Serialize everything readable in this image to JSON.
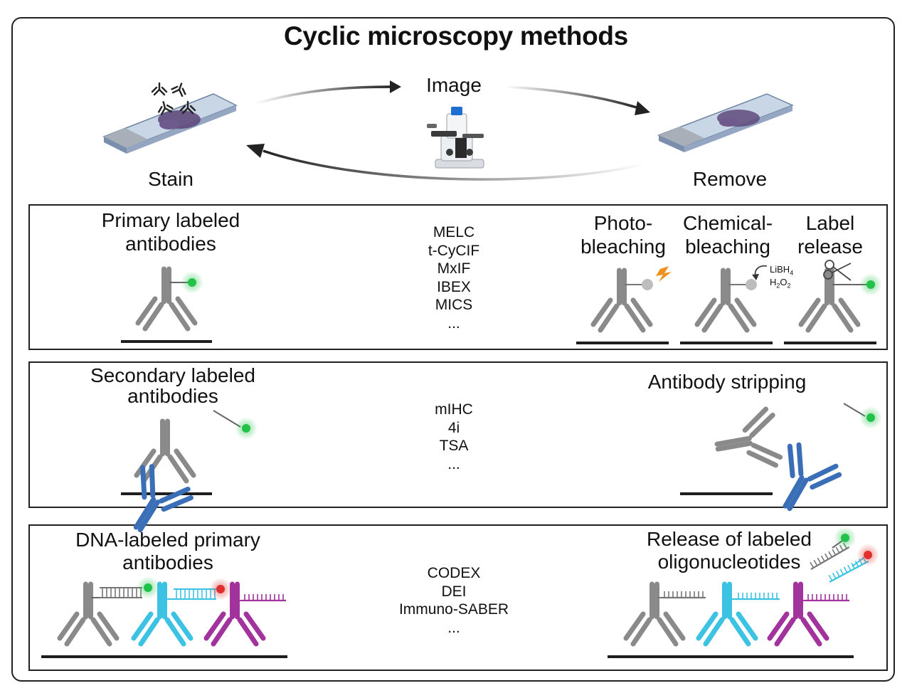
{
  "title": "Cyclic microscopy methods",
  "cycle": {
    "stain": "Stain",
    "image": "Image",
    "remove": "Remove"
  },
  "panels": [
    {
      "left_label_line1": "Primary labeled",
      "left_label_line2": "antibodies",
      "methods": [
        "MELC",
        "t-CyCIF",
        "MxIF",
        "IBEX",
        "MICS",
        "..."
      ],
      "removal": [
        {
          "line1": "Photo-",
          "line2": "bleaching"
        },
        {
          "line1": "Chemical-",
          "line2": "bleaching"
        },
        {
          "line1": "Label",
          "line2": "release"
        }
      ],
      "reagents": [
        "LiBH4",
        "H2O2"
      ]
    },
    {
      "left_label_line1": "Secondary labeled",
      "left_label_line2": "antibodies",
      "methods": [
        "mIHC",
        "4i",
        "TSA",
        "..."
      ],
      "removal_label": "Antibody stripping"
    },
    {
      "left_label_line1": "DNA-labeled primary",
      "left_label_line2": "antibodies",
      "methods": [
        "CODEX",
        "DEI",
        "Immuno-SABER",
        "..."
      ],
      "removal_line1": "Release of labeled",
      "removal_line2": "oligonucleotides"
    }
  ],
  "colors": {
    "gray_antibody": "#8a8a8a",
    "blue_antibody": "#3a6fb7",
    "cyan_antibody": "#3cc3e4",
    "purple_antibody": "#a2329c",
    "green_fluor": "#22c24a",
    "red_fluor": "#e0302e",
    "lightning": "#f0901e"
  }
}
